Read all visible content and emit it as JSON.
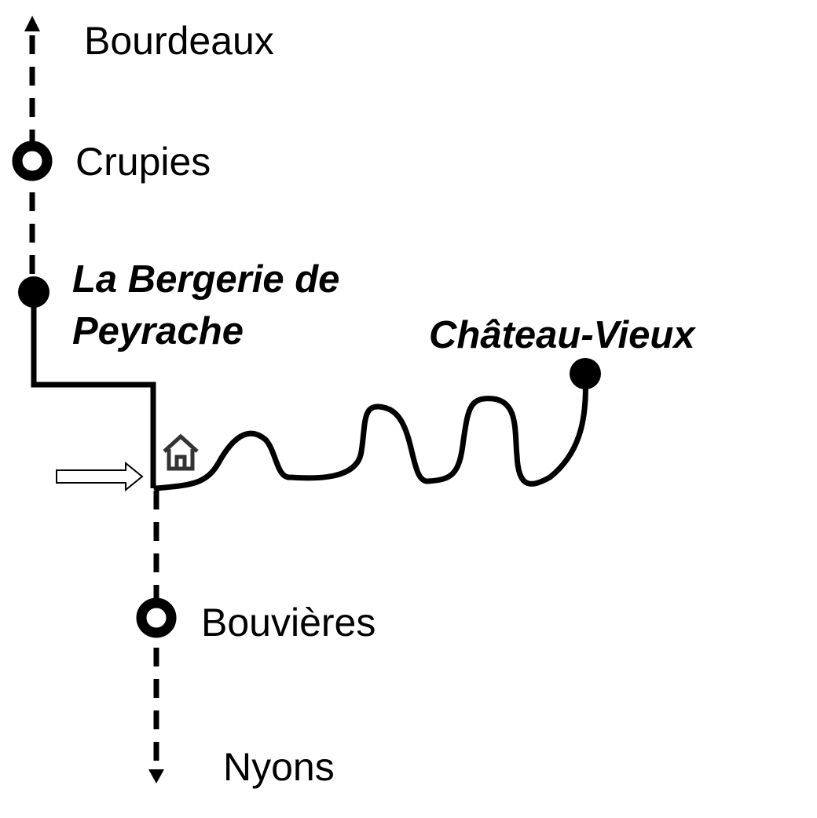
{
  "places": {
    "north_destination": "Bourdeaux",
    "village_north": "Crupies",
    "farm_line1": "La Bergerie de",
    "farm_line2": "Peyrache",
    "castle": "Château-Vieux",
    "village_south": "Bouvières",
    "south_destination": "Nyons"
  },
  "icons": {
    "house": "house-icon",
    "entry_arrow": "right-arrow-icon",
    "north_arrow": "up-arrow-icon",
    "south_arrow": "down-arrow-icon"
  },
  "colors": {
    "route": "#000000",
    "background": "#ffffff",
    "house_icon": "#333333"
  }
}
